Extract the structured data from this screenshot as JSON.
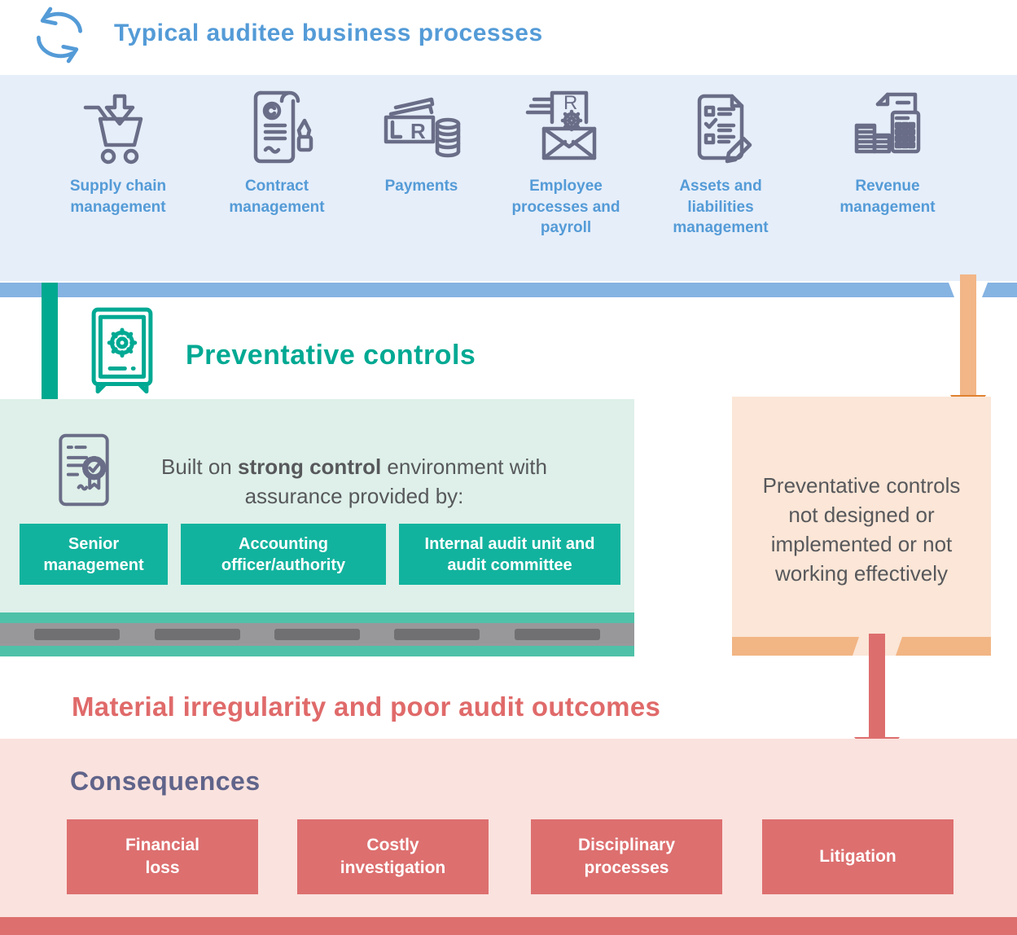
{
  "header": {
    "title": "Typical auditee business processes",
    "icon": "cycle-arrows-icon"
  },
  "processes": [
    {
      "label": "Supply chain\nmanagement",
      "icon": "shopping-cart-download-icon"
    },
    {
      "label": "Contract\nmanagement",
      "icon": "contract-pen-icon"
    },
    {
      "label": "Payments",
      "icon": "banknotes-coins-icon",
      "currency_letter": "R"
    },
    {
      "label": "Employee\nprocesses and\npayroll",
      "icon": "envelope-payslip-icon",
      "currency_letter": "R"
    },
    {
      "label": "Assets and\nliabilities\nmanagement",
      "icon": "checklist-pencil-icon"
    },
    {
      "label": "Revenue\nmanagement",
      "icon": "calculator-receipt-icon"
    }
  ],
  "preventative": {
    "title": "Preventative controls",
    "icon": "safe-icon",
    "certificate_icon": "certificate-icon",
    "desc_prefix": "Built on ",
    "desc_bold": "strong control",
    "desc_suffix": " environment with assurance provided by:",
    "pillars": [
      {
        "label": "Senior\nmanagement"
      },
      {
        "label": "Accounting\nofficer/authority"
      },
      {
        "label": "Internal audit unit and\naudit committee"
      }
    ]
  },
  "failure": {
    "text": "Preventative controls\nnot designed or\nimplemented or not\nworking effectively"
  },
  "outcome": {
    "title": "Material irregularity and poor audit outcomes"
  },
  "consequences": {
    "title": "Consequences",
    "items": [
      {
        "label": "Financial\nloss"
      },
      {
        "label": "Costly\ninvestigation"
      },
      {
        "label": "Disciplinary\nprocesses"
      },
      {
        "label": "Litigation"
      }
    ]
  },
  "colors": {
    "band_blue": "#e6eef9",
    "bar_blue": "#85b3e2",
    "title_blue": "#549bd7",
    "icon_gray": "#6a6d87",
    "teal": "#00a98f",
    "teal_button": "#12b39e",
    "green_box": "#def0e9",
    "road_teal": "#4fc1a8",
    "road_gray": "#98989b",
    "road_dash": "#707073",
    "orange_box": "#fbe6d7",
    "orange_shaft": "#f2b687",
    "orange_head": "#e0812f",
    "red": "#dd6e6e",
    "coral_title": "#e06a6a",
    "pink_box": "#fae2de",
    "text_gray": "#57585b",
    "purple_title": "#60648a"
  }
}
